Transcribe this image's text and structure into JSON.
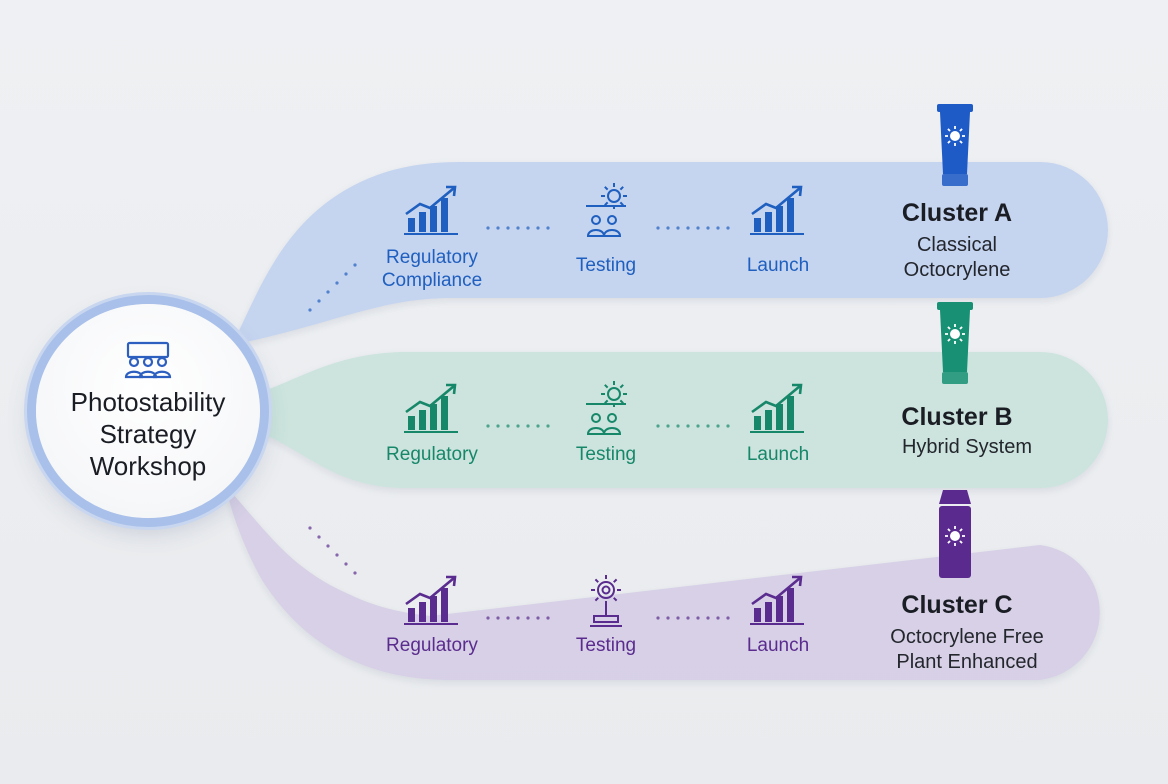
{
  "hub": {
    "title": "Photostability\nStrategy\nWorkshop",
    "icon": "team-presentation-icon"
  },
  "clusters": [
    {
      "name": "Cluster A",
      "description": "Classical\nOctocrylene",
      "color": "#1f5fbf",
      "band_color": "#c3d3ef",
      "tube_color": "#1e5bc6",
      "steps": [
        "Regulatory\nCompliance",
        "Testing",
        "Launch"
      ],
      "icons": [
        "growth-chart-icon",
        "testing-team-icon",
        "growth-chart-icon"
      ]
    },
    {
      "name": "Cluster B",
      "description": "Hybrid System",
      "color": "#17876a",
      "band_color": "#cbe4dc",
      "tube_color": "#179074",
      "steps": [
        "Regulatory",
        "Testing",
        "Launch"
      ],
      "icons": [
        "growth-chart-icon",
        "testing-team-icon",
        "growth-chart-icon"
      ]
    },
    {
      "name": "Cluster C",
      "description": "Octocrylene Free\nPlant Enhanced",
      "color": "#5b2c8f",
      "band_color": "#d6cfe6",
      "tube_color": "#5a2a8e",
      "steps": [
        "Regulatory",
        "Testing",
        "Launch"
      ],
      "icons": [
        "growth-chart-icon",
        "sun-lab-icon",
        "growth-chart-icon"
      ]
    }
  ]
}
